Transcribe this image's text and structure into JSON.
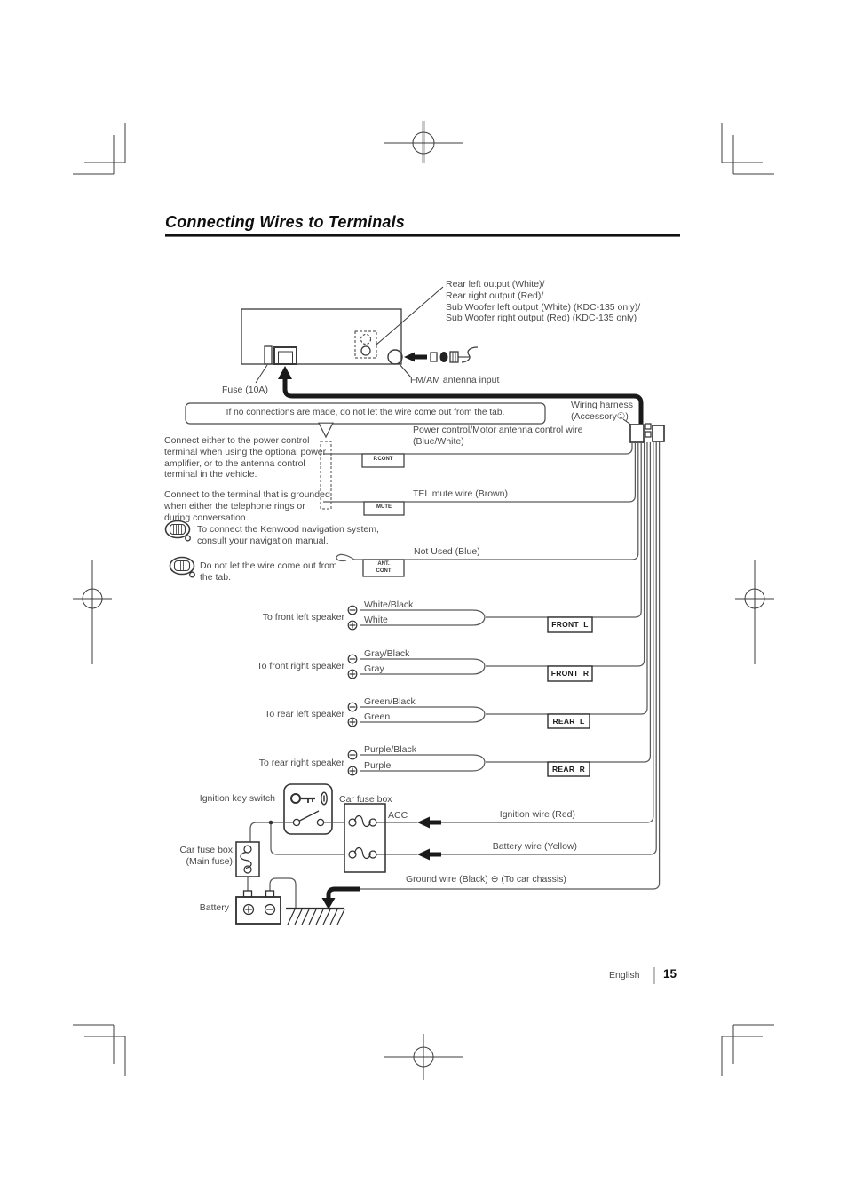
{
  "page": {
    "title": "Connecting Wires to Terminals",
    "footer_language": "English",
    "footer_page": "15"
  },
  "head_unit": {
    "outputs_note": "Rear left output (White)/\nRear right output (Red)/\nSub Woofer left output (White) (KDC-135 only)/\nSub Woofer right output (Red) (KDC-135 only)",
    "fuse_label": "Fuse (10A)",
    "antenna_label": "FM/AM antenna input"
  },
  "harness": {
    "label": "Wiring harness\n(Accessory①)",
    "callout": "If no connections are made, do not let the wire come out from the tab."
  },
  "wires": {
    "power": {
      "label": "Power control/Motor antenna control wire\n(Blue/White)",
      "tab": "P.CONT"
    },
    "tel": {
      "label": "TEL mute wire (Brown)",
      "tab": "MUTE"
    },
    "not_used": {
      "label": "Not Used (Blue)",
      "tab": "ANT.\nCONT"
    },
    "ignition": {
      "label": "Ignition wire (Red)"
    },
    "battery": {
      "label": "Battery wire (Yellow)"
    },
    "ground": {
      "label": "Ground wire (Black) ⊖ (To car chassis)"
    }
  },
  "notes": {
    "power_note": "Connect either to the power control\nterminal when using the optional power\namplifier, or to the antenna control\nterminal in the vehicle.",
    "mute_note": "Connect to the terminal that is grounded\nwhen either the telephone rings or\nduring conversation.",
    "nav_note": "To connect the Kenwood navigation system,\nconsult your navigation manual.",
    "tab_note": "Do not let the wire come out from\nthe tab."
  },
  "speakers": [
    {
      "label": "To front left speaker",
      "neg_wire": "White/Black",
      "pos_wire": "White",
      "connector": "FRONT  L"
    },
    {
      "label": "To front right speaker",
      "neg_wire": "Gray/Black",
      "pos_wire": "Gray",
      "connector": "FRONT  R"
    },
    {
      "label": "To rear left speaker",
      "neg_wire": "Green/Black",
      "pos_wire": "Green",
      "connector": "REAR  L"
    },
    {
      "label": "To rear right speaker",
      "neg_wire": "Purple/Black",
      "pos_wire": "Purple",
      "connector": "REAR  R"
    }
  ],
  "power_section": {
    "ignition_switch_label": "Ignition key switch",
    "fuse_box_label": "Car fuse box",
    "acc_label": "ACC",
    "main_fuse_label": "Car fuse box\n(Main fuse)",
    "battery_label": "Battery"
  },
  "colors": {
    "line": "#5a5a5a",
    "thick_wire": "#1a1a1a",
    "text": "#4a4a4a"
  }
}
